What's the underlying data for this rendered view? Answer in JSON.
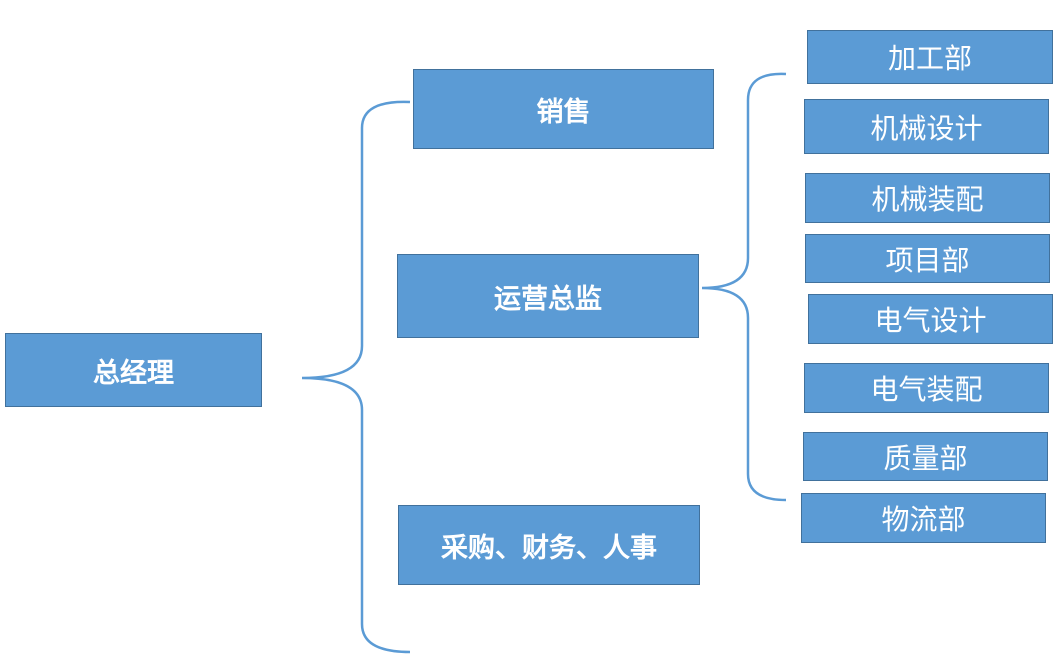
{
  "colors": {
    "node_fill": "#5b9bd5",
    "node_border": "#41719c",
    "connector": "#5b9bd5",
    "background": "#ffffff"
  },
  "root": {
    "label": "总经理"
  },
  "level1": [
    {
      "id": "sales",
      "label": "销售"
    },
    {
      "id": "ops",
      "label": "运营总监"
    },
    {
      "id": "admin",
      "label": "采购、财务、人事"
    }
  ],
  "ops_children": [
    {
      "label": "加工部"
    },
    {
      "label": "机械设计"
    },
    {
      "label": "机械装配"
    },
    {
      "label": "项目部"
    },
    {
      "label": "电气设计"
    },
    {
      "label": "电气装配"
    },
    {
      "label": "质量部"
    },
    {
      "label": "物流部"
    }
  ]
}
